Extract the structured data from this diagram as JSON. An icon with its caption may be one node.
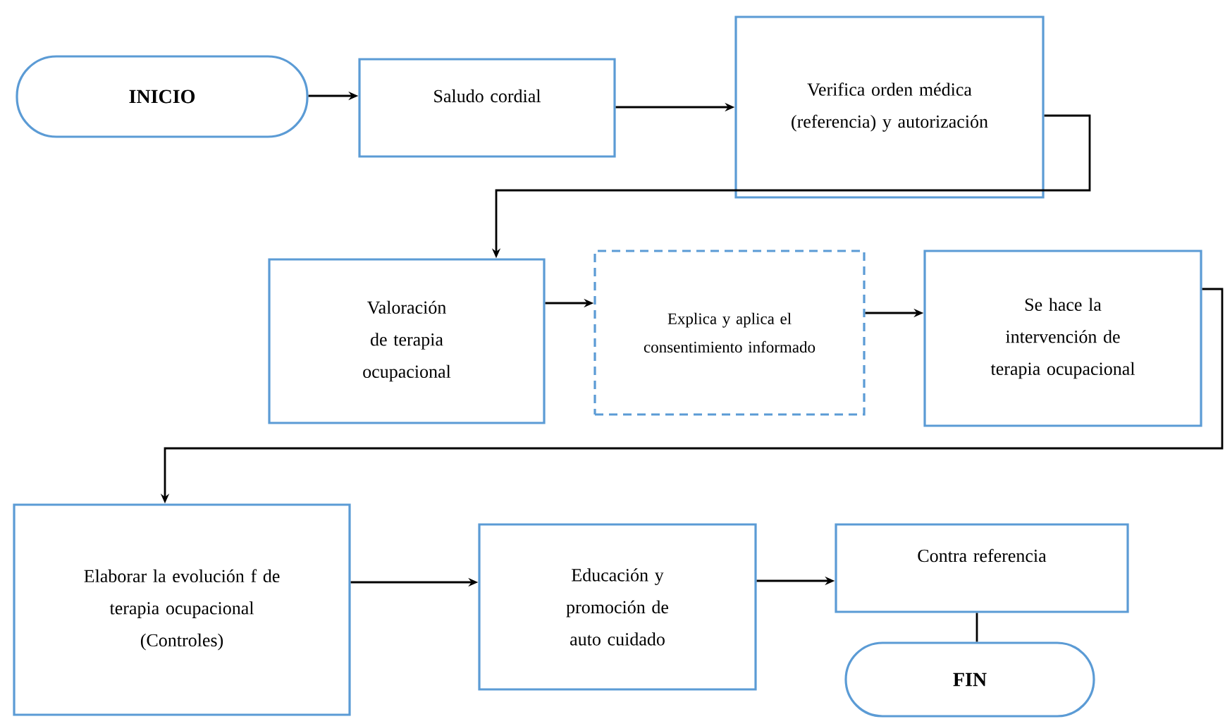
{
  "diagram": {
    "nodes": [
      {
        "text": [
          "INICIO"
        ]
      },
      {
        "text": [
          "Saludo cordial"
        ]
      },
      {
        "text": [
          "Verifica orden médica (referencia) y autorización"
        ]
      },
      {
        "text": [
          "Valoración de terapia ocupacional"
        ]
      },
      {
        "text": [
          "Explica y aplica el consentimiento informado"
        ]
      },
      {
        "text": [
          "Se hace la intervención de terapia ocupacional"
        ]
      },
      {
        "text": [
          "Elaborar la evolución f de terapia ocupacional (Controles)"
        ]
      },
      {
        "text": [
          "Educación y promoción de auto cuidado"
        ]
      },
      {
        "text": [
          "Contra referencia"
        ]
      },
      {
        "text": [
          "FIN"
        ]
      }
    ],
    "edges": [
      {
        "from": 0,
        "to": 1,
        "arrow": "to"
      },
      {
        "from": 1,
        "to": 2,
        "arrow": "to"
      },
      {
        "from": 2,
        "to": 3,
        "arrow": "to"
      },
      {
        "from": 3,
        "to": 4,
        "arrow": "to"
      },
      {
        "from": 4,
        "to": 5,
        "arrow": "to"
      },
      {
        "from": 5,
        "to": 6,
        "arrow": "to"
      },
      {
        "from": 6,
        "to": 7,
        "arrow": "to"
      },
      {
        "from": 7,
        "to": 8,
        "arrow": "to"
      },
      {
        "from": 8,
        "to": 9,
        "arrow": "none"
      }
    ]
  }
}
